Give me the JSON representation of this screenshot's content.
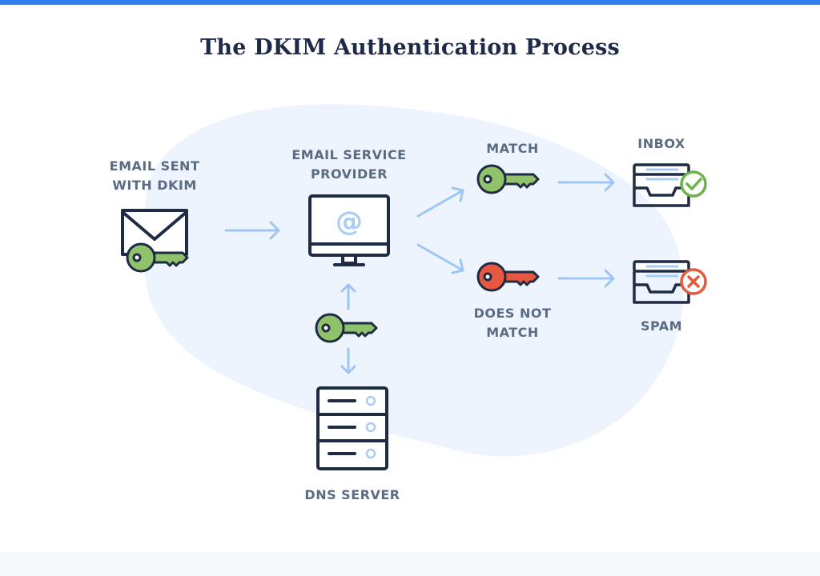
{
  "title": "The DKIM Authentication Process",
  "labels": {
    "email_sent": [
      "EMAIL SENT",
      "WITH DKIM"
    ],
    "provider": [
      "EMAIL SERVICE",
      "PROVIDER"
    ],
    "match": "MATCH",
    "no_match": [
      "DOES NOT",
      "MATCH"
    ],
    "inbox": "INBOX",
    "spam": "SPAM",
    "dns": "DNS SERVER"
  },
  "icons": {
    "envelope": "envelope-icon",
    "monitor": "monitor-icon",
    "server": "server-icon",
    "key": "key-icon",
    "inbox_tray": "inbox-tray-icon",
    "check": "check-icon",
    "cross": "x-icon"
  },
  "provider_symbol": "@",
  "colors": {
    "accent_bar": "#2f80ed",
    "title": "#1e2a47",
    "label": "#5b6b84",
    "outline": "#1f2b45",
    "blob": "#edf4fd",
    "arrow": "#9ec5f3",
    "key_green": "#8fc26b",
    "key_red": "#e8573f",
    "check": "#6bb34a",
    "cross": "#e35a3e",
    "soft_blue": "#a9cdf2"
  }
}
